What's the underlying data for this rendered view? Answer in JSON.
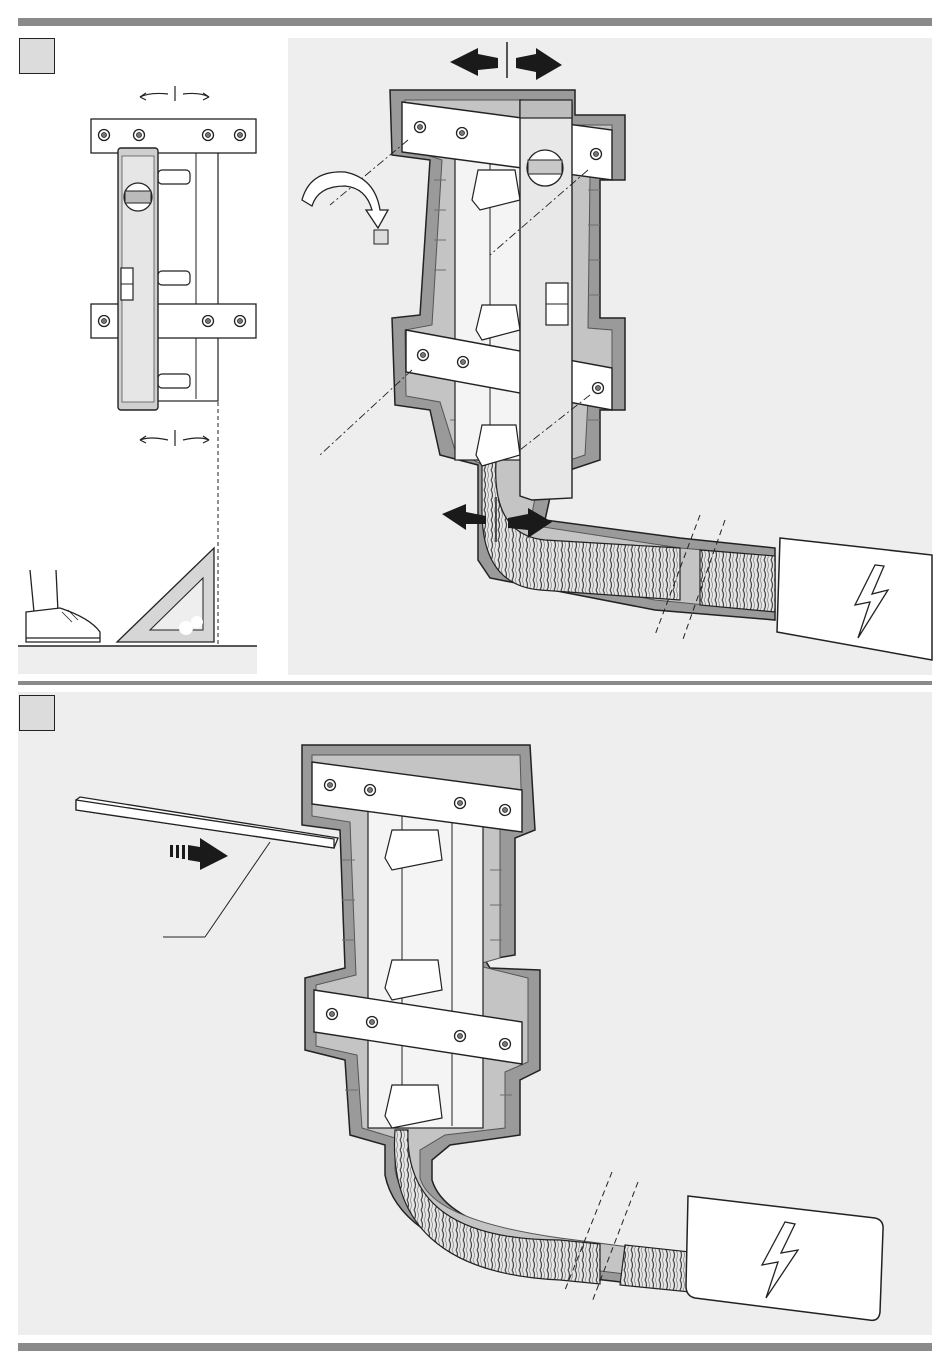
{
  "page": {
    "steps": [
      {
        "number": "",
        "panels": [
          "leveling-reference",
          "frame-leveling-in-wall"
        ]
      },
      {
        "number": "",
        "panels": [
          "frame-fixing-in-wall"
        ]
      }
    ]
  },
  "colors": {
    "rule": "#8a8a8a",
    "panel_background": "#eeeeee",
    "step_box": "#dcdcdc",
    "wall_recess": "#9a9a9a",
    "wall_recess_dark": "#707070",
    "line": "#222222",
    "arrow": "#1a1a1a"
  },
  "icons": [
    "level-tool-icon",
    "rotate-arrow-icon",
    "set-square-icon",
    "shoe-icon",
    "electric-lightning-icon",
    "push-arrow-icon",
    "double-arrow-icon"
  ]
}
